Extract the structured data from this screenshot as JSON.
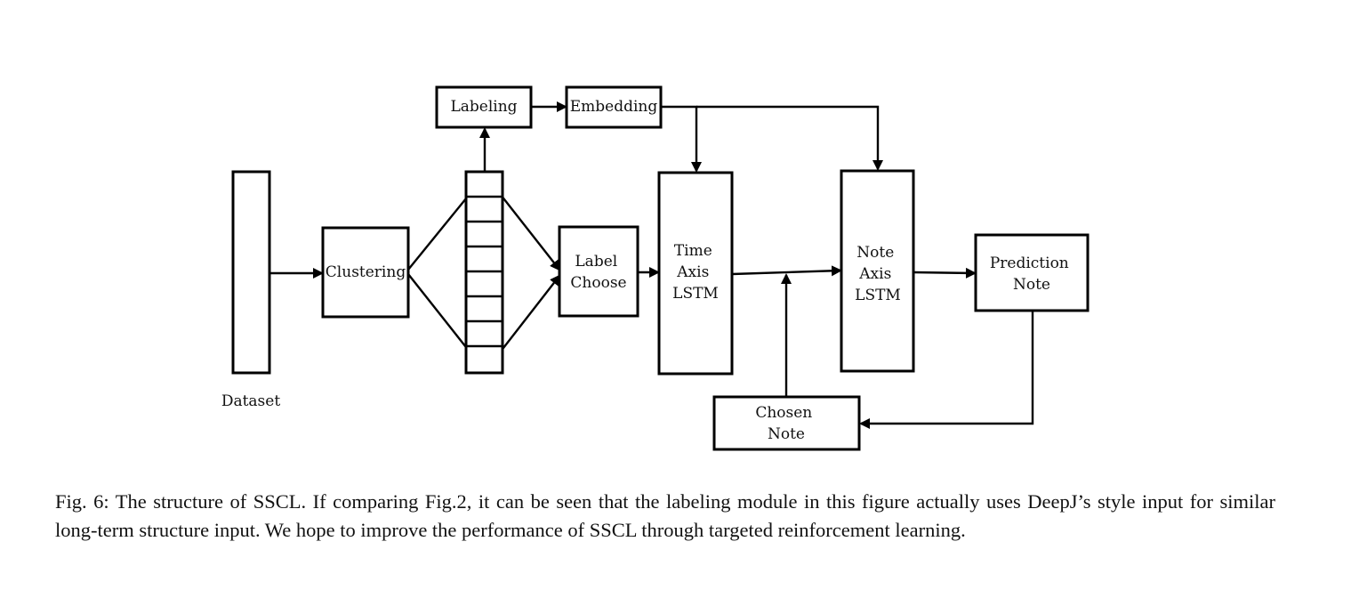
{
  "diagram": {
    "nodes": {
      "dataset": "Dataset",
      "clustering": "Clustering",
      "labeling": "Labeling",
      "embedding": "Embedding",
      "label_choose": [
        "Label",
        "Choose"
      ],
      "time_axis_lstm": [
        "Time",
        "Axis",
        "LSTM"
      ],
      "note_axis_lstm": [
        "Note",
        "Axis",
        "LSTM"
      ],
      "prediction_note": [
        "Prediction",
        "Note"
      ],
      "chosen_note": [
        "Chosen",
        "Note"
      ]
    },
    "edges": [
      {
        "from": "dataset",
        "to": "clustering"
      },
      {
        "from": "clustering",
        "to": "label-array"
      },
      {
        "from": "label-array",
        "to": "labeling"
      },
      {
        "from": "labeling",
        "to": "embedding"
      },
      {
        "from": "embedding",
        "to": "time_axis_lstm"
      },
      {
        "from": "embedding",
        "to": "note_axis_lstm"
      },
      {
        "from": "label-array",
        "to": "label_choose"
      },
      {
        "from": "label_choose",
        "to": "time_axis_lstm"
      },
      {
        "from": "time_axis_lstm",
        "to": "note_axis_lstm"
      },
      {
        "from": "chosen_note",
        "to": "note_axis_lstm"
      },
      {
        "from": "note_axis_lstm",
        "to": "prediction_note"
      },
      {
        "from": "prediction_note",
        "to": "chosen_note"
      }
    ]
  },
  "caption": "Fig. 6: The structure of SSCL. If comparing Fig.2, it can be seen that the labeling module in this figure actually uses DeepJ’s style input for similar long-term structure input. We hope to improve the performance of SSCL through targeted reinforcement learning."
}
